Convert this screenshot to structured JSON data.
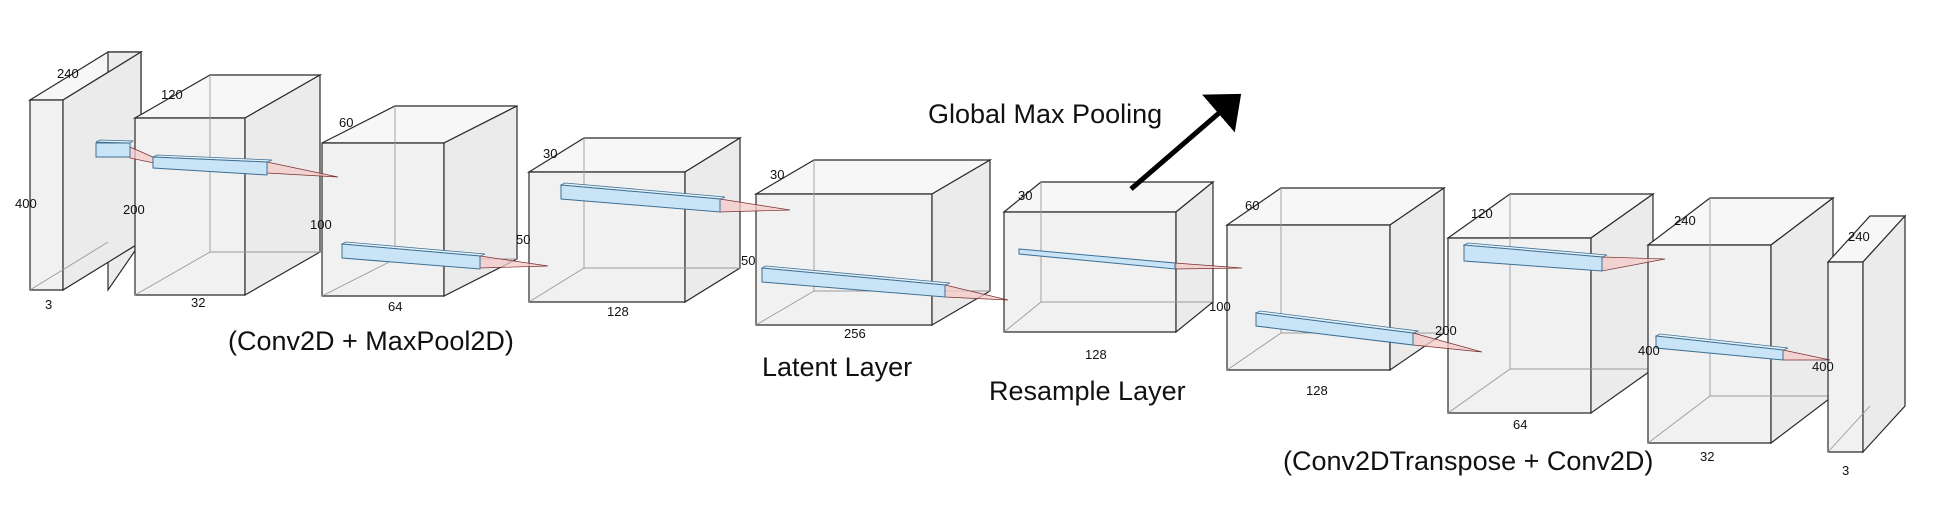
{
  "blocks": [
    {
      "depth": "3",
      "height": "400",
      "width": "240"
    },
    {
      "depth": "32",
      "height": "200",
      "width": "120"
    },
    {
      "depth": "64",
      "height": "100",
      "width": "60"
    },
    {
      "depth": "128",
      "height": "50",
      "width": "30"
    },
    {
      "depth": "256",
      "height": "50",
      "width": "30"
    },
    {
      "depth": "128",
      "height": "",
      "width": "30"
    },
    {
      "depth": "128",
      "height": "100",
      "width": "60"
    },
    {
      "depth": "64",
      "height": "200",
      "width": "120"
    },
    {
      "depth": "32",
      "height": "400",
      "width": "240"
    },
    {
      "depth": "3",
      "height": "400",
      "width": "240"
    }
  ],
  "captions": {
    "encoder": "(Conv2D + MaxPool2D)",
    "latent": "Latent Layer",
    "resample": "Resample Layer",
    "global_pool": "Global Max Pooling",
    "decoder": "(Conv2DTranspose + Conv2D)"
  }
}
